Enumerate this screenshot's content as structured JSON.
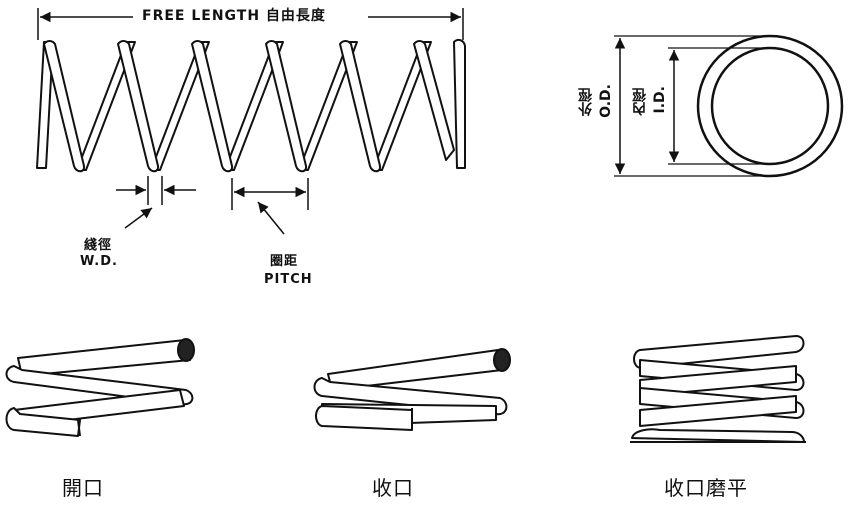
{
  "free_length": {
    "label": "FREE LENGTH 自由長度"
  },
  "wire_diameter": {
    "cn": "綫徑",
    "en": "W.D."
  },
  "pitch": {
    "cn": "圈距",
    "en": "PITCH"
  },
  "outer_diameter": {
    "cn": "外徑",
    "en": "O.D."
  },
  "inner_diameter": {
    "cn": "內徑",
    "en": "I.D."
  },
  "spring_ends": [
    {
      "cn": "開口"
    },
    {
      "cn": "收口"
    },
    {
      "cn": "收口磨平"
    }
  ],
  "colors": {
    "line": "#111111",
    "fill": "#ffffff"
  }
}
